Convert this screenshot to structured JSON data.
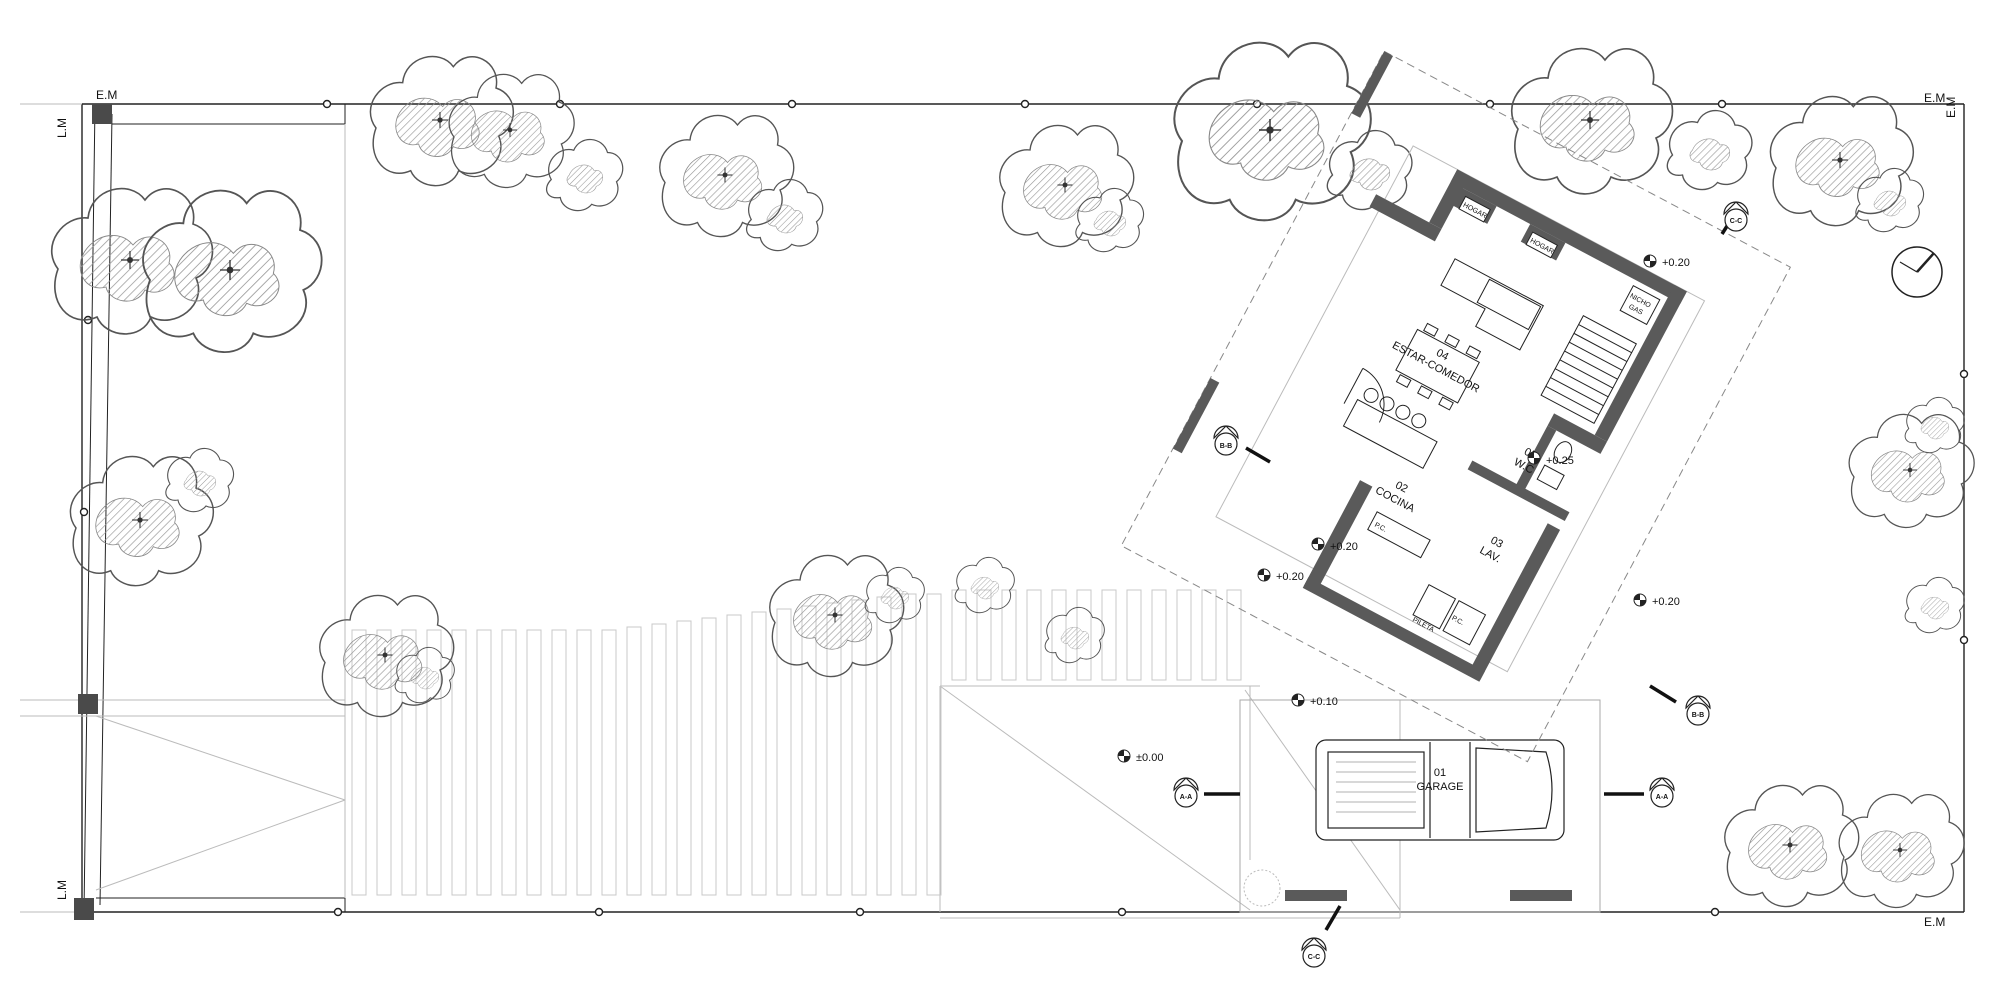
{
  "site": {
    "edge_labels": {
      "em_top_left": "E.M",
      "em_top_right": "E.M",
      "em_right_vertical": "E.M",
      "em_bottom_right": "E.M",
      "lm_top": "L.M",
      "lm_bottom": "L.M"
    }
  },
  "rooms": [
    {
      "number": "04",
      "name": "ESTAR-COMEDOR"
    },
    {
      "number": "02",
      "name": "COCINA"
    },
    {
      "number": "05",
      "name": "W.C"
    },
    {
      "number": "03",
      "name": "LAV."
    },
    {
      "number": "01",
      "name": "GARAGE"
    }
  ],
  "fixtures": {
    "hogar_1": "HOGAR",
    "hogar_2": "HOGAR",
    "nicho_gas_1": "NICHO",
    "nicho_gas_2": "GAS",
    "pc_1": "P.C.",
    "pc_2": "P.C.",
    "pileta": "PILETA"
  },
  "levels": [
    "+0.20",
    "+0.25",
    "+0.20",
    "+0.20",
    "+0.20",
    "+0.10",
    "±0.00"
  ],
  "section_marks": [
    "B-B",
    "B-B",
    "C-C",
    "C-C",
    "A-A",
    "A-A"
  ],
  "colors": {
    "wall_fill": "#5a5a5a",
    "line": "#222222",
    "tree": "#555555",
    "hatch": "#9a9a9a"
  }
}
